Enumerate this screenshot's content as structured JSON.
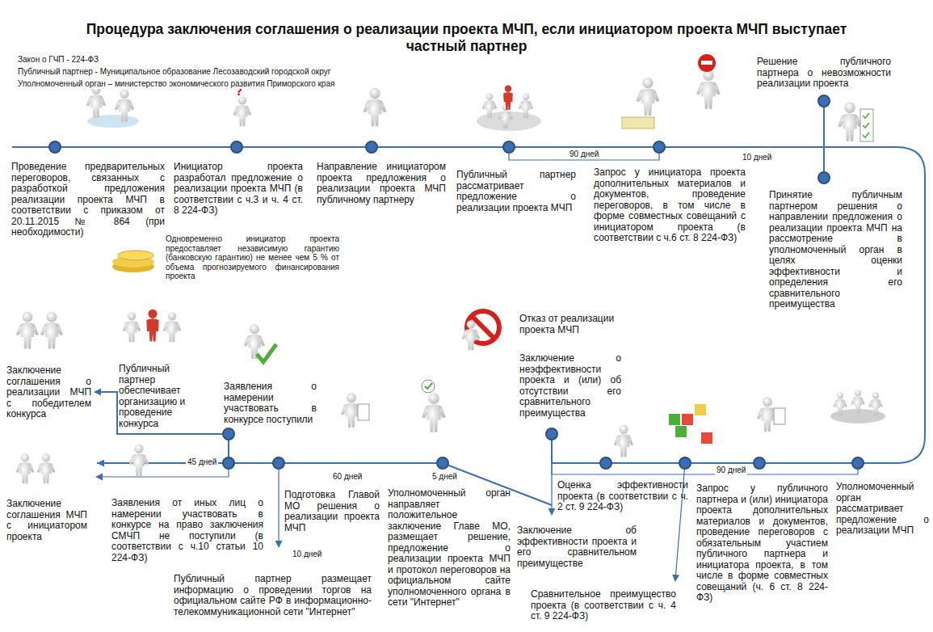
{
  "diagram": {
    "title": "Процедура заключения соглашения о реализации проекта МЧП, если инициатором проекта МЧП выступает частный партнер",
    "labels": [
      "Закон о ГЧП - 224-ФЗ",
      "Публичный партнер - Муниципальное образование Лесозаводский городской округ",
      "Уполномоченный орган – министерство экономического развития Приморского края",
      "Проведение предварительных переговоров, связанных с разработкой предложения реализации проекта МЧП в соответствии с приказом от 20.11.2015 № 864 (при необходимости)",
      "Инициатор проекта разработал предложение о реализации проекта МЧП (в соответствии с ч.3 и ч. 4 ст. 8 224-ФЗ)",
      "Направление инициатором проекта предложения о реализации проекта МЧП публичному партнеру",
      "Публичный партнер рассматривает предложение о реализации проекта МЧП",
      "90 дней",
      "Запрос у инициатора проекта дополнительных материалов и документов, проведение переговоров, в том числе в форме совместных совещаний с инициатором проекта (в соответствии с ч.6 ст. 8 224-ФЗ)",
      "10 дней",
      "Решение публичного партнера о невозможности реализации проекта",
      "Принятие публичным партнером решения о направлении предложения о реализации проекта МЧП на рассмотрение в уполномоченный орган в целях оценки эффективности и определения его сравнительного преимущества",
      "Одновременно инициатор проекта предоставляет независимую гарантию (банковскую гарантию) не менее чем 5 % от объема прогнозируемого финансирования проекта",
      "Отказ от реализации проекта МЧП",
      "Заключение о неэффективности проекта и (или) об отсутствии его сравнительного преимущества",
      "Заключение соглашения о реализации МЧП с победителем конкурса",
      "Публичный партнер обеспечивает организацию и проведение конкурса",
      "Заявления о намерении участвовать в конкурсе поступили",
      "45 дней",
      "60 дней",
      "5 дней",
      "90 дней",
      "Заключение соглашения МЧП с инициатором проекта",
      "Заявления от иных лиц о намерении участвовать в конкурсе на право заключения СМЧП не поступили (в соответствии с ч.10 статьи 10 224-ФЗ)",
      "Подготовка Главой МО решения о реализации проекта МЧП",
      "10 дней",
      "Публичный партнер размещает информацию о проведении торгов на официальном сайте РФ в информационно-телекоммуникационной сети \"Интернет\"",
      "Уполномоченный орган направляет положительное заключение Главе МО, размещает решение, предложение о реализации проекта МЧП и протокол переговоров на официальном сайте уполномоченного органа в сети \"Интернет\"",
      "Оценка эффективности проекта (в соответствии с ч. 2 ст. 9 224-ФЗ)",
      "Заключение об эффективности проекта и его сравнительном преимуществе",
      "Сравнительное преимущество проекта (в соответствии с ч. 4 ст. 9 224-ФЗ)",
      "Запрос у публичного партнера и (или) инициатора проекта дополнительных материалов и документов, проведение переговоров с обязательным участием публичного партнера и инициатора проекта, в том числе в форме совместных совещаний (ч. 6 ст. 8 224-ФЗ)",
      "Уполномоченный орган рассматривает предложение о реализации МЧП"
    ]
  }
}
